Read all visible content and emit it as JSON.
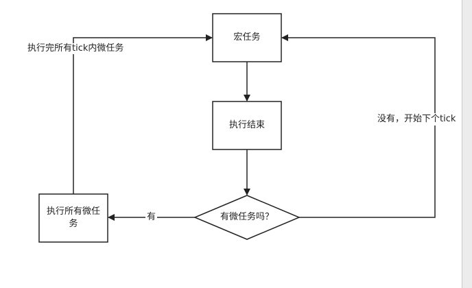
{
  "diagram": {
    "nodes": {
      "macro_task": "宏任务",
      "execute_end": "执行结束",
      "has_micro_question": "有微任务吗？",
      "run_all_micro": "执行所有微任务"
    },
    "edges": {
      "label_yes": "有",
      "label_after_all_micro": "执行完所有tick内微任务",
      "label_no_next_tick": "没有，开始下个tick"
    }
  }
}
